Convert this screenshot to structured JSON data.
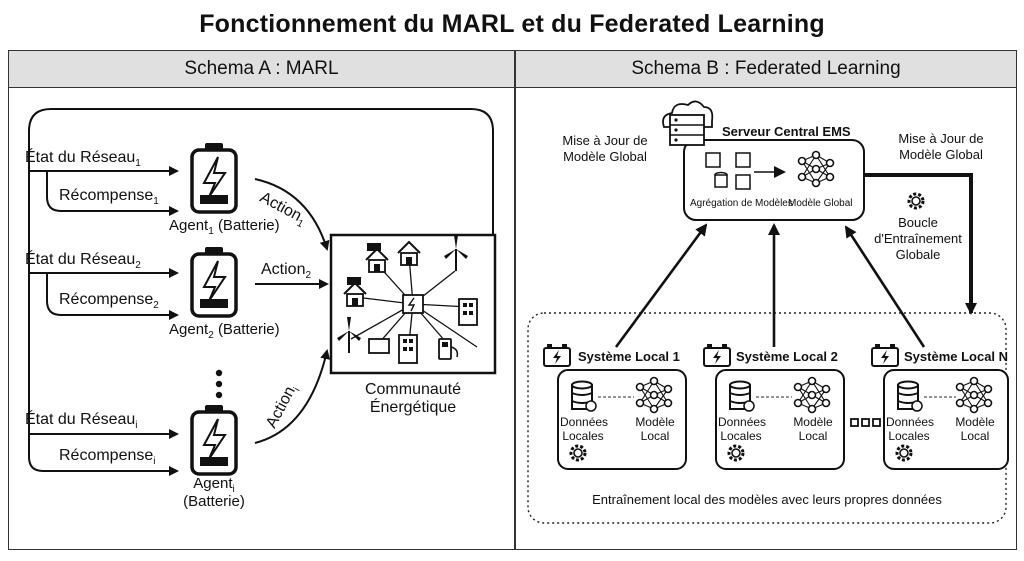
{
  "title": "Fonctionnement du MARL et du Federated Learning",
  "schema_a": {
    "header": "Schema A : MARL",
    "agents": [
      {
        "state_label": "État du Réseau",
        "state_sub": "1",
        "reward_label": "Récompense",
        "reward_sub": "1",
        "agent_label": "Agent",
        "agent_sub": "1",
        "agent_suffix": "(Batterie)",
        "action_label": "Action",
        "action_sub": "1"
      },
      {
        "state_label": "État du Réseau",
        "state_sub": "2",
        "reward_label": "Récompense",
        "reward_sub": "2",
        "agent_label": "Agent",
        "agent_sub": "2",
        "agent_suffix": "(Batterie)",
        "action_label": "Action",
        "action_sub": "2"
      },
      {
        "state_label": "État du Réseau",
        "state_sub": "i",
        "reward_label": "Récompense",
        "reward_sub": "i",
        "agent_label": "Agent",
        "agent_sub": "i",
        "agent_suffix": "(Batterie)",
        "action_label": "Action",
        "action_sub": "i"
      }
    ],
    "community_line1": "Communauté",
    "community_line2": "Énergétique"
  },
  "schema_b": {
    "header": "Schema B : Federated Learning",
    "server_title": "Serveur Central EMS",
    "aggregation_label": "Agrégation de Modèles",
    "global_model_label": "Modèle Global",
    "update_left_line1": "Mise à Jour de",
    "update_left_line2": "Modèle Global",
    "update_right_line1": "Mise à Jour de",
    "update_right_line2": "Modèle Global",
    "loop_line1": "Boucle",
    "loop_line2": "d'Entraînement",
    "loop_line3": "Globale",
    "local_systems": [
      {
        "title": "Système Local 1",
        "data_line1": "Données",
        "data_line2": "Locales",
        "model_line1": "Modèle",
        "model_line2": "Local"
      },
      {
        "title": "Système Local 2",
        "data_line1": "Données",
        "data_line2": "Locales",
        "model_line1": "Modèle",
        "model_line2": "Local"
      },
      {
        "title": "Système Local N",
        "data_line1": "Données",
        "data_line2": "Locales",
        "model_line1": "Modèle",
        "model_line2": "Local"
      }
    ],
    "footer": "Entraînement local des modèles avec leurs propres données"
  }
}
